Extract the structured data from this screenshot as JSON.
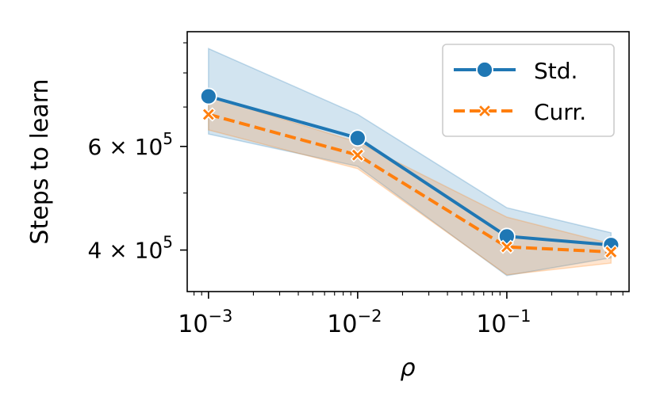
{
  "chart_data": {
    "type": "line",
    "xscale": "log",
    "yscale": "log",
    "xlabel": "ρ",
    "ylabel": "Steps to learn",
    "xlim": [
      0.00072,
      0.66
    ],
    "ylim": [
      340000,
      940000
    ],
    "x_ticks": [
      {
        "value": 0.001,
        "base": "10",
        "exp": "−3"
      },
      {
        "value": 0.01,
        "base": "10",
        "exp": "−2"
      },
      {
        "value": 0.1,
        "base": "10",
        "exp": "−1"
      }
    ],
    "y_ticks": [
      {
        "value": 400000,
        "mant": "4",
        "times": "×",
        "base": "10",
        "exp": "5"
      },
      {
        "value": 600000,
        "mant": "6",
        "times": "×",
        "base": "10",
        "exp": "5"
      }
    ],
    "legend_position": "top-right",
    "grid": false,
    "series": [
      {
        "name": "Std.",
        "color": "#1f77b4",
        "marker": "circle",
        "linestyle": "solid",
        "x": [
          0.001,
          0.01,
          0.1,
          0.5
        ],
        "y": [
          730000,
          620000,
          422000,
          408000
        ],
        "ci_upper": [
          880000,
          680000,
          472000,
          428000
        ],
        "ci_lower": [
          630000,
          555000,
          362000,
          388000
        ]
      },
      {
        "name": "Curr.",
        "color": "#ff7f0e",
        "marker": "x",
        "linestyle": "dashed",
        "x": [
          0.001,
          0.01,
          0.1,
          0.5
        ],
        "y": [
          680000,
          580000,
          405000,
          397000
        ],
        "ci_upper": [
          730000,
          610000,
          455000,
          410000
        ],
        "ci_lower": [
          640000,
          550000,
          363000,
          380000
        ]
      }
    ]
  }
}
